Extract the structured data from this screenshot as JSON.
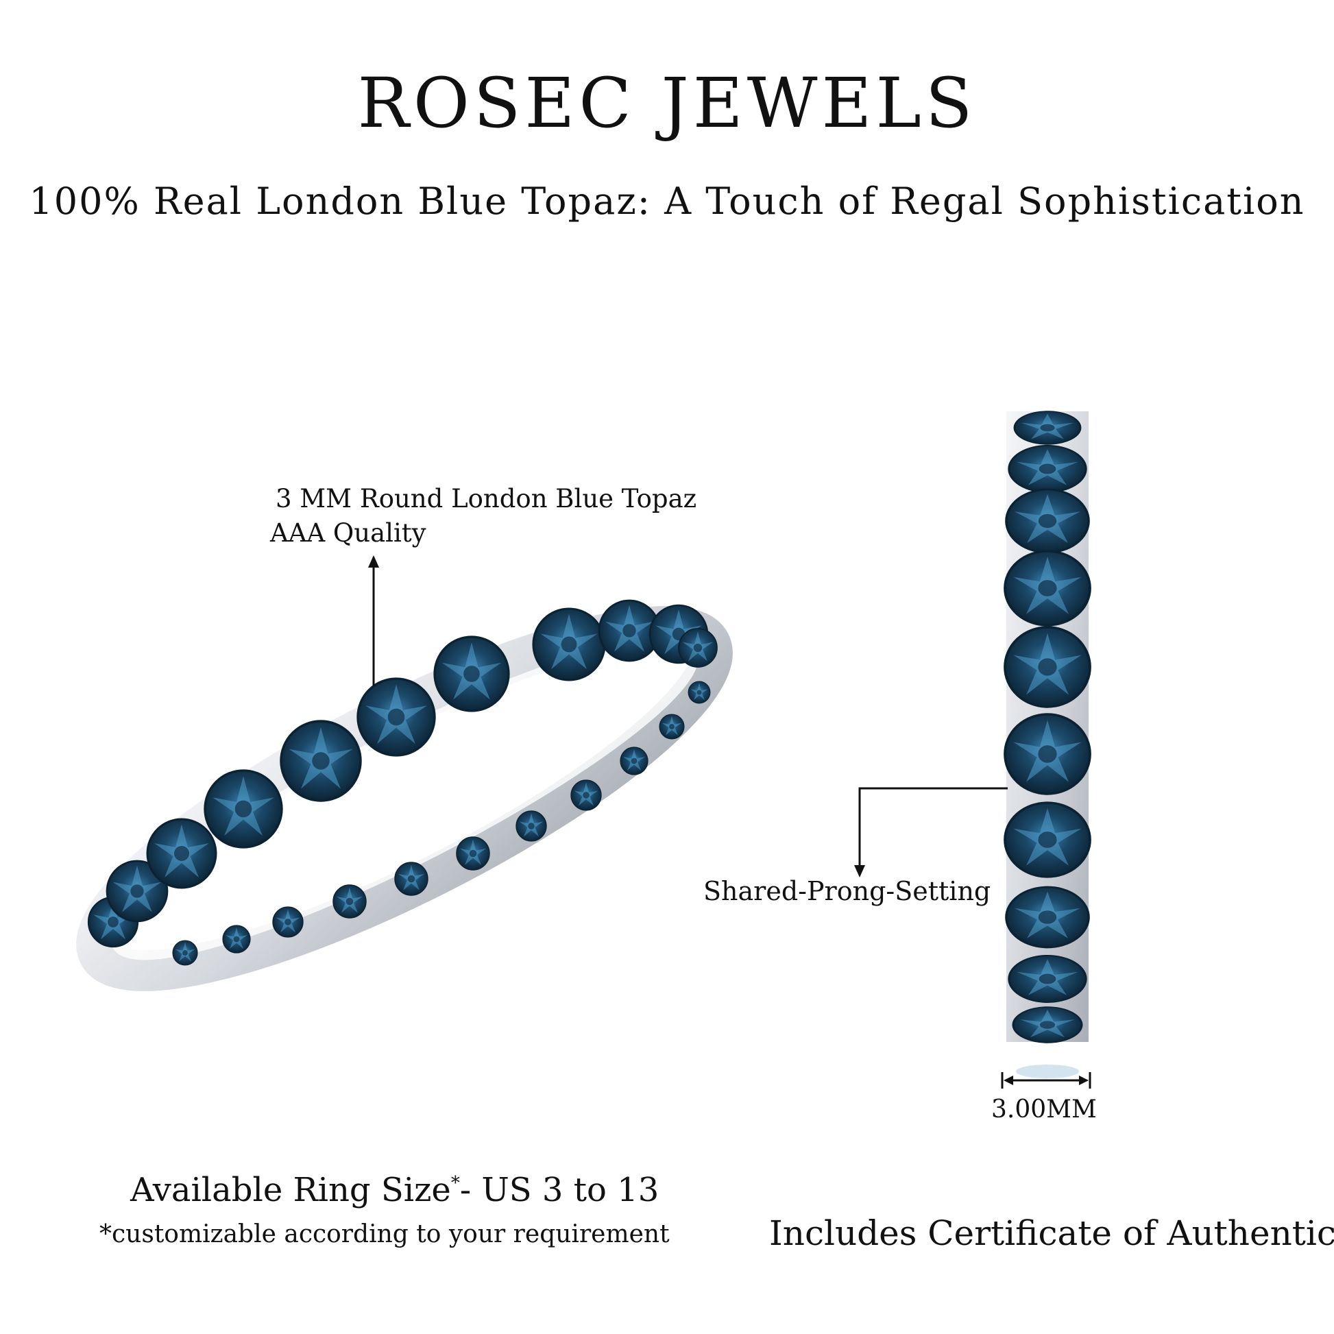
{
  "header": {
    "brand": "ROSEC JEWELS",
    "tagline": "100% Real London Blue Topaz: A Touch of Regal Sophistication"
  },
  "callouts": {
    "stone_line1": "3 MM Round London Blue Topaz",
    "stone_line2": "AAA Quality",
    "setting": "Shared-Prong-Setting",
    "width": "3.00MM"
  },
  "footer": {
    "size_prefix": "Available Ring Size",
    "size_asterisk": "*",
    "size_suffix": "- US 3 to 13",
    "custom_note": "*customizable according to your requirement",
    "certificate": "Includes Certificate of Authenticity"
  },
  "colors": {
    "gem": "#1c4a6b",
    "gem_dark": "#0f2c44",
    "gem_light": "#3c86b4",
    "metal": "#e6e8ec",
    "metal_shade": "#b9bdc4"
  }
}
